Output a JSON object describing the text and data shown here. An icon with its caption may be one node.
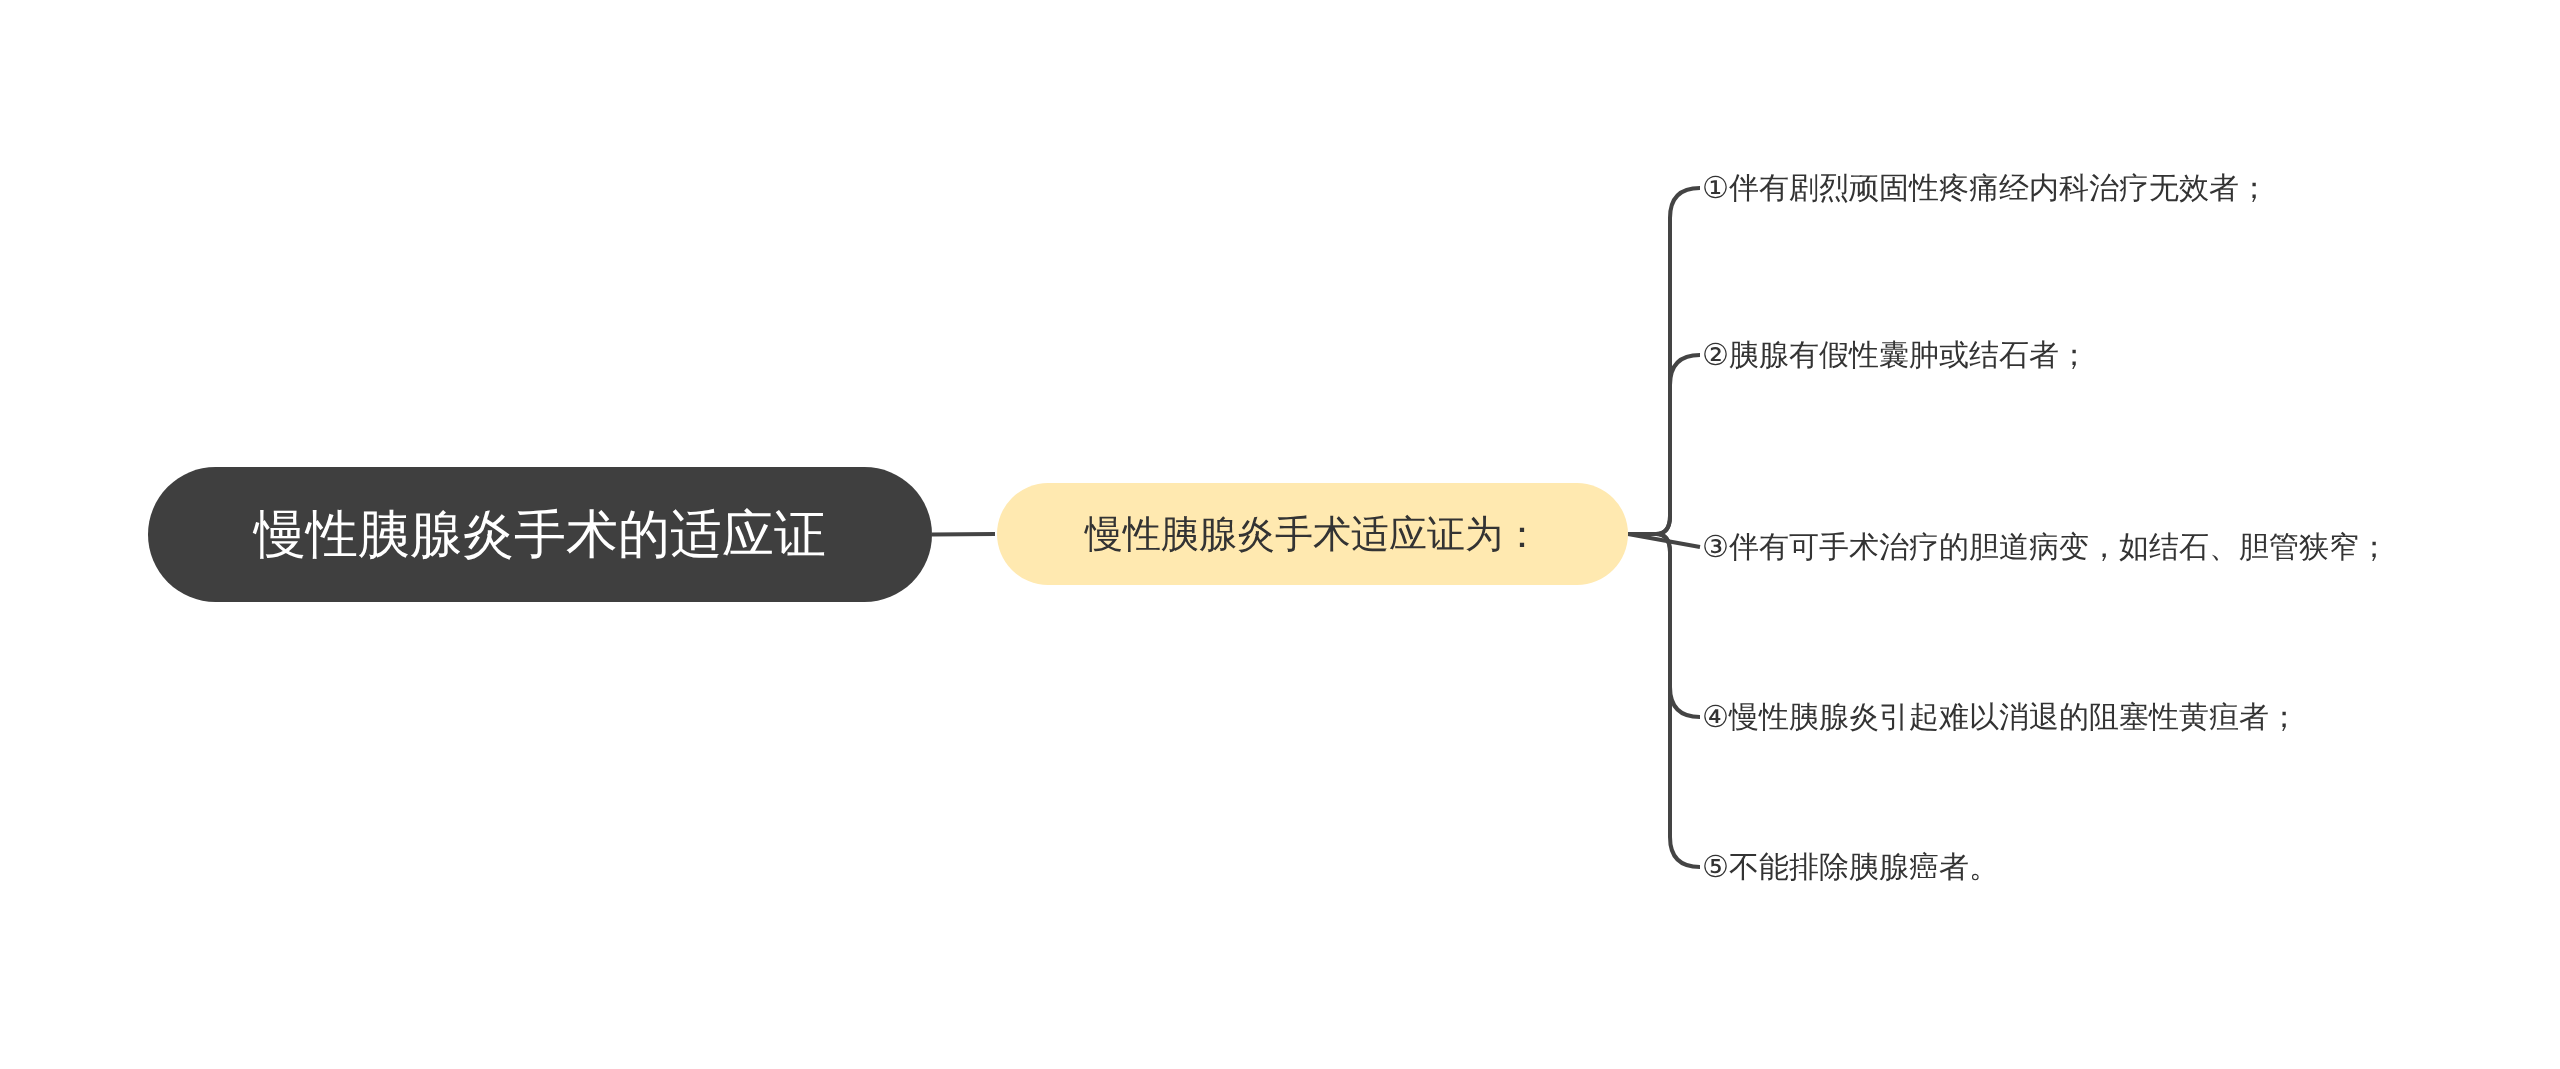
{
  "diagram": {
    "nodes": [
      {
        "text": [
          "慢性胰腺炎手术的适应证"
        ]
      },
      {
        "text": [
          "慢性胰腺炎手术适应证为："
        ]
      },
      {
        "text": [
          "①伴有剧烈顽固性疼痛经内科治疗无效者；"
        ]
      },
      {
        "text": [
          "②胰腺有假性囊肿或结石者；"
        ]
      },
      {
        "text": [
          "③伴有可手术治疗的胆道病变，如结石、胆管狭窄；"
        ]
      },
      {
        "text": [
          "④慢性胰腺炎引起难以消退的阻塞性黄疸者；"
        ]
      },
      {
        "text": [
          "⑤不能排除胰腺癌者。"
        ]
      }
    ],
    "edges": [
      {
        "from": 0,
        "to": 1,
        "arrow": "none"
      },
      {
        "from": 1,
        "to": 2,
        "arrow": "none"
      },
      {
        "from": 1,
        "to": 3,
        "arrow": "none"
      },
      {
        "from": 1,
        "to": 4,
        "arrow": "none"
      },
      {
        "from": 1,
        "to": 5,
        "arrow": "none"
      },
      {
        "from": 1,
        "to": 6,
        "arrow": "none"
      }
    ]
  }
}
